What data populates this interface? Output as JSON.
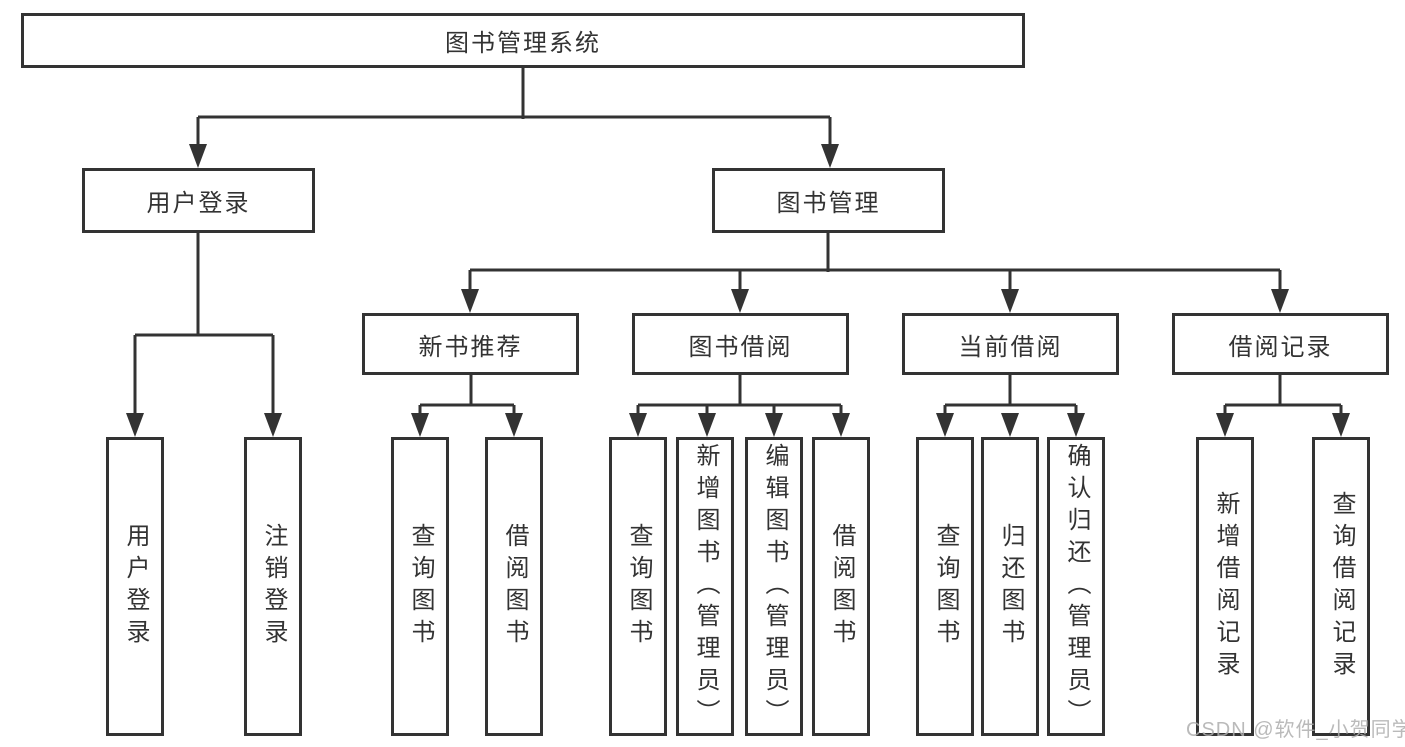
{
  "diagram_title": "图书管理系统",
  "tree": {
    "label": "图书管理系统",
    "children": [
      {
        "label": "用户登录",
        "children": [
          {
            "label": "用户登录"
          },
          {
            "label": "注销登录"
          }
        ]
      },
      {
        "label": "图书管理",
        "children": [
          {
            "label": "新书推荐",
            "children": [
              {
                "label": "查询图书"
              },
              {
                "label": "借阅图书"
              }
            ]
          },
          {
            "label": "图书借阅",
            "children": [
              {
                "label": "查询图书"
              },
              {
                "label": "新增图书（管理员）"
              },
              {
                "label": "编辑图书（管理员）"
              },
              {
                "label": "借阅图书"
              }
            ]
          },
          {
            "label": "当前借阅",
            "children": [
              {
                "label": "查询图书"
              },
              {
                "label": "归还图书"
              },
              {
                "label": "确认归还（管理员）"
              }
            ]
          },
          {
            "label": "借阅记录",
            "children": [
              {
                "label": "新增借阅记录"
              },
              {
                "label": "查询借阅记录"
              }
            ]
          }
        ]
      }
    ]
  },
  "watermark": {
    "text": "CSDN @软件_小贺同学"
  },
  "colors": {
    "line": "#333333",
    "text": "#333333",
    "background": "#ffffff",
    "watermark": "#aeaeae"
  }
}
